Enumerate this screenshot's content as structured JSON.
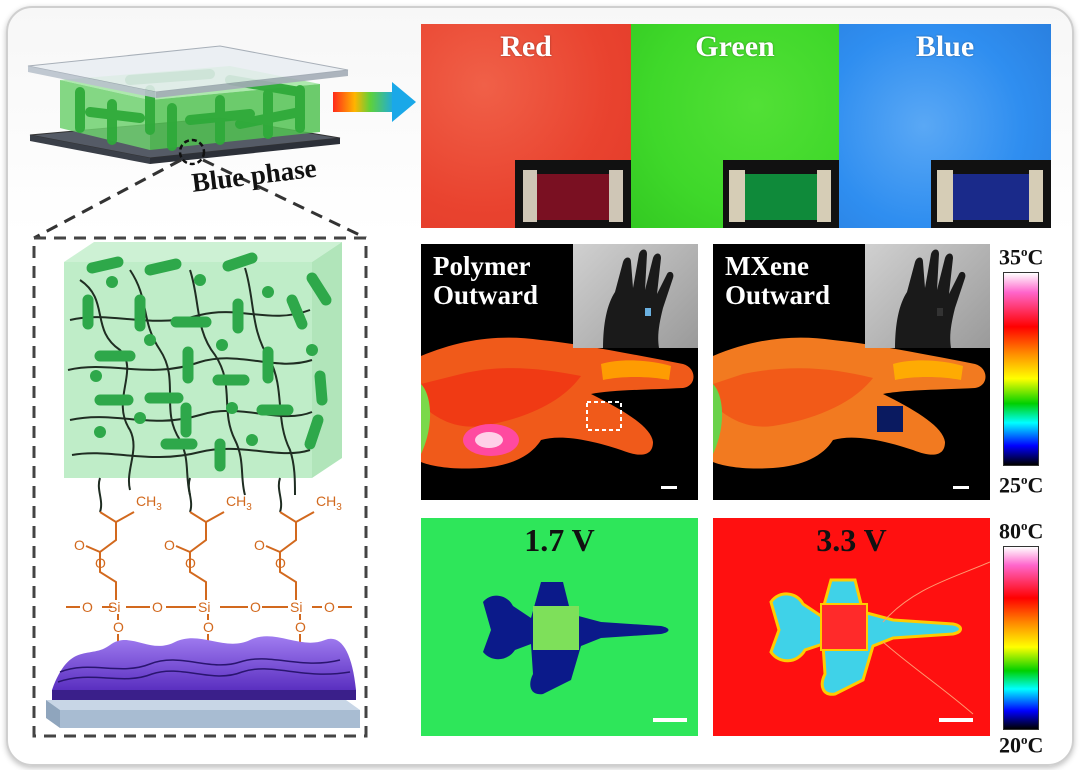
{
  "schematic": {
    "blue_phase_label": "Blue phase",
    "formula_ch3": "CH",
    "formula_ch3_sub": "3",
    "formula_o": "O",
    "formula_si": "Si"
  },
  "color_panels": [
    {
      "label": "Red",
      "color": "#ee4a35"
    },
    {
      "label": "Green",
      "color": "#3fd82a"
    },
    {
      "label": "Blue",
      "color": "#2f8ef0"
    }
  ],
  "thermal_glove": {
    "left_label_line1": "Polymer",
    "left_label_line2": "Outward",
    "right_label_line1": "MXene",
    "right_label_line2": "Outward",
    "colorbar_max": "35",
    "colorbar_min": "25",
    "unit_sup": "o",
    "unit": "C"
  },
  "thermal_plane": {
    "left_voltage": "1.7 V",
    "right_voltage": "3.3 V",
    "colorbar_max": "80",
    "colorbar_min": "20",
    "unit_sup": "o",
    "unit": "C"
  }
}
